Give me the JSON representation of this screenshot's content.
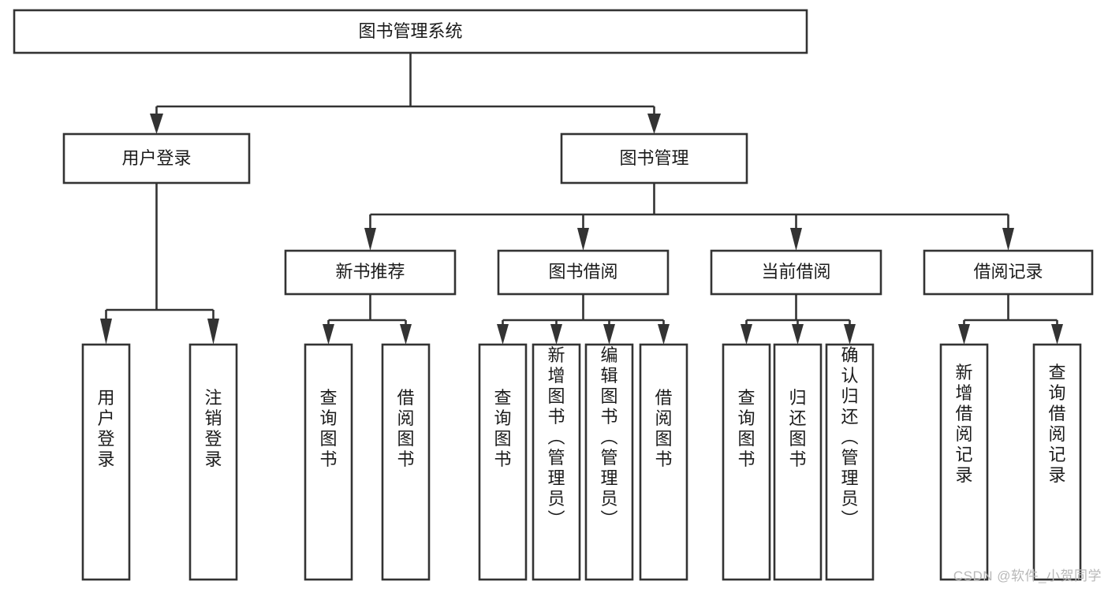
{
  "diagram": {
    "title": "图书管理系统",
    "type": "hierarchy-tree",
    "orientation": "top-down",
    "colors": {
      "box_fill": "#ffffff",
      "box_stroke": "#333333",
      "text": "#1b1b1b",
      "background": "#ffffff",
      "watermark": "#b8b8b8"
    },
    "root": {
      "id": "root",
      "label": "图书管理系统",
      "orientation": "horizontal"
    },
    "level2": [
      {
        "id": "user-login",
        "label": "用户登录",
        "orientation": "horizontal"
      },
      {
        "id": "book-management",
        "label": "图书管理",
        "orientation": "horizontal"
      }
    ],
    "level3": [
      {
        "id": "new-book-recommend",
        "label": "新书推荐",
        "orientation": "horizontal",
        "parent": "book-management"
      },
      {
        "id": "book-borrow",
        "label": "图书借阅",
        "orientation": "horizontal",
        "parent": "book-management"
      },
      {
        "id": "current-borrow",
        "label": "当前借阅",
        "orientation": "horizontal",
        "parent": "book-management"
      },
      {
        "id": "borrow-record",
        "label": "借阅记录",
        "orientation": "horizontal",
        "parent": "book-management"
      }
    ],
    "leaves": [
      {
        "id": "leaf-user-login",
        "label": "用户登录",
        "orientation": "vertical",
        "parent": "user-login"
      },
      {
        "id": "leaf-logout-login",
        "label": "注销登录",
        "orientation": "vertical",
        "parent": "user-login"
      },
      {
        "id": "leaf-query-book-1",
        "label": "查询图书",
        "orientation": "vertical",
        "parent": "new-book-recommend"
      },
      {
        "id": "leaf-borrow-book-1",
        "label": "借阅图书",
        "orientation": "vertical",
        "parent": "new-book-recommend"
      },
      {
        "id": "leaf-query-book-2",
        "label": "查询图书",
        "orientation": "vertical",
        "parent": "book-borrow"
      },
      {
        "id": "leaf-add-book",
        "label": "新增图书（管理员）",
        "orientation": "vertical",
        "parent": "book-borrow"
      },
      {
        "id": "leaf-edit-book",
        "label": "编辑图书（管理员）",
        "orientation": "vertical",
        "parent": "book-borrow"
      },
      {
        "id": "leaf-borrow-book-2",
        "label": "借阅图书",
        "orientation": "vertical",
        "parent": "book-borrow"
      },
      {
        "id": "leaf-query-book-3",
        "label": "查询图书",
        "orientation": "vertical",
        "parent": "current-borrow"
      },
      {
        "id": "leaf-return-book",
        "label": "归还图书",
        "orientation": "vertical",
        "parent": "current-borrow"
      },
      {
        "id": "leaf-confirm-return",
        "label": "确认归还（管理员）",
        "orientation": "vertical",
        "parent": "current-borrow"
      },
      {
        "id": "leaf-add-record",
        "label": "新增借阅记录",
        "orientation": "vertical",
        "parent": "borrow-record"
      },
      {
        "id": "leaf-query-record",
        "label": "查询借阅记录",
        "orientation": "vertical",
        "parent": "borrow-record"
      }
    ],
    "watermark": "CSDN @软件_小贺同学"
  }
}
